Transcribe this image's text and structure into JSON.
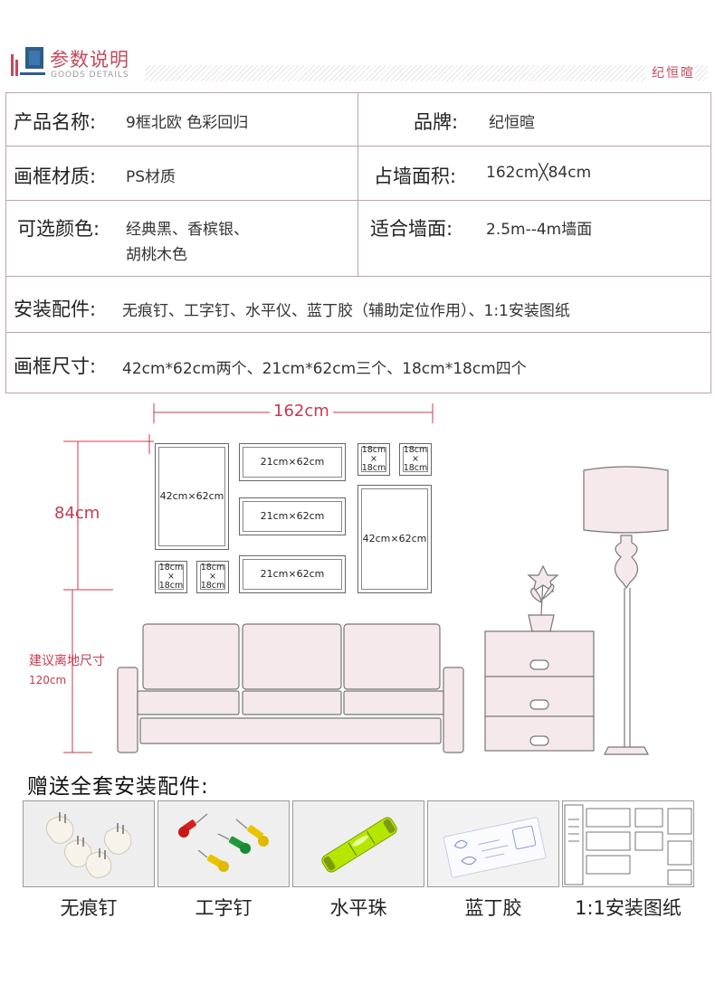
{
  "header": {
    "title": "参数说明",
    "subtitle": "GOODS DETAILS",
    "brand": "纪恒暄"
  },
  "specs": {
    "name_label": "产品名称:",
    "name_value": "9框北欧 色彩回归",
    "brand_label": "品牌:",
    "brand_value": "纪恒暄",
    "material_label": "画框材质:",
    "material_value": "PS材质",
    "area_label": "占墙面积:",
    "area_value": "162cm╳84cm",
    "color_label": "可选颜色:",
    "color_value_1": "经典黑、香槟银、",
    "color_value_2": "胡桃木色",
    "wall_label": "适合墙面:",
    "wall_value": "2.5m--4m墙面",
    "parts_label": "安装配件:",
    "parts_value": "无痕钉、工字钉、水平仪、蓝丁胶（辅助定位作用）、1:1安装图纸",
    "size_label": "画框尺寸:",
    "size_value": "42cm*62cm两个、21cm*62cm三个、18cm*18cm四个"
  },
  "diagram": {
    "width_label": "162cm",
    "height_label": "84cm",
    "suggest_label": "建议离地尺寸",
    "suggest_value": "120cm",
    "frame_42": "42cm×62cm",
    "frame_21": "21cm×62cm",
    "frame_18_a": "18cm",
    "frame_18_x": "×",
    "frame_18_b": "18cm"
  },
  "gifts": {
    "title": "赠送全套安装配件:",
    "items": [
      {
        "label": "无痕钉",
        "icon": "wall-hook-icon"
      },
      {
        "label": "工字钉",
        "icon": "push-pin-icon"
      },
      {
        "label": "水平珠",
        "icon": "spirit-level-icon"
      },
      {
        "label": "蓝丁胶",
        "icon": "blu-tack-icon"
      },
      {
        "label": "1:1安装图纸",
        "icon": "install-blueprint-icon"
      }
    ]
  },
  "colors": {
    "accent": "#c43b4f",
    "furniture_fill": "#f5e9ec",
    "logo_blue": "#2f5d8a"
  }
}
